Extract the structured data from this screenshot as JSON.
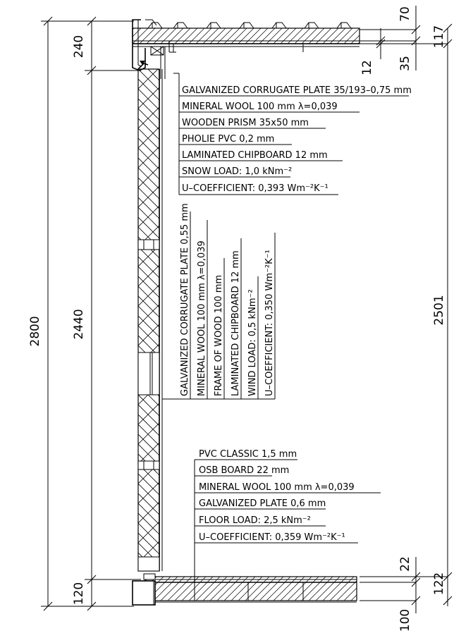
{
  "roof_labels": [
    "GALVANIZED CORRUGATE PLATE 35/193–0,75 mm",
    "MINERAL WOOL 100 mm λ=0,039",
    "WOODEN PRISM 35x50 mm",
    "PHOLIE PVC 0,2 mm",
    "LAMINATED CHIPBOARD 12 mm",
    "SNOW LOAD: 1,0 kNm⁻²",
    "U–COEFFICIENT: 0,393 Wm⁻²K⁻¹"
  ],
  "wall_labels": [
    "GALVANIZED CORRUGATE PLATE 0,55 mm",
    "MINERAL WOOL 100 mm λ=0,039",
    "FRAME OF WOOD 100 mm",
    "LAMINATED CHIPBOARD 12 mm",
    "WIND LOAD: 0,5 kNm⁻²",
    "U–COEFFICIENT: 0,350 Wm⁻²K⁻¹"
  ],
  "floor_labels": [
    "PVC CLASSIC 1,5 mm",
    "OSB BOARD 22 mm",
    "MINERAL WOOL 100 mm  λ=0,039",
    "GALVANIZED PLATE 0,6 mm",
    "FLOOR LOAD: 2,5 kNm⁻²",
    "U–COEFFICIENT: 0,359 Wm⁻²K⁻¹"
  ],
  "dimensions": {
    "total_height": "2800",
    "wall_height": "2440",
    "roof_thickness": "240",
    "floor_thickness": "120",
    "right_height": "2501",
    "right_top_70": "70",
    "right_top_117": "117",
    "right_top_35": "35",
    "right_top_12": "12",
    "right_bottom_22": "22",
    "right_bottom_122": "122",
    "right_bottom_100": "100"
  }
}
